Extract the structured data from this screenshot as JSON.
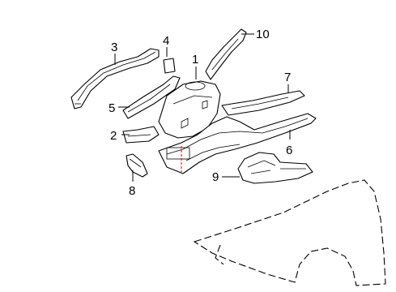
{
  "callouts": [
    {
      "id": "1",
      "label": "1"
    },
    {
      "id": "2",
      "label": "2"
    },
    {
      "id": "3",
      "label": "3"
    },
    {
      "id": "4",
      "label": "4"
    },
    {
      "id": "5",
      "label": "5"
    },
    {
      "id": "6",
      "label": "6"
    },
    {
      "id": "7",
      "label": "7"
    },
    {
      "id": "8",
      "label": "8"
    },
    {
      "id": "9",
      "label": "9"
    },
    {
      "id": "10",
      "label": "10"
    }
  ],
  "colors": {
    "line": "#000000",
    "marker": "#e00000",
    "background": "#ffffff"
  }
}
